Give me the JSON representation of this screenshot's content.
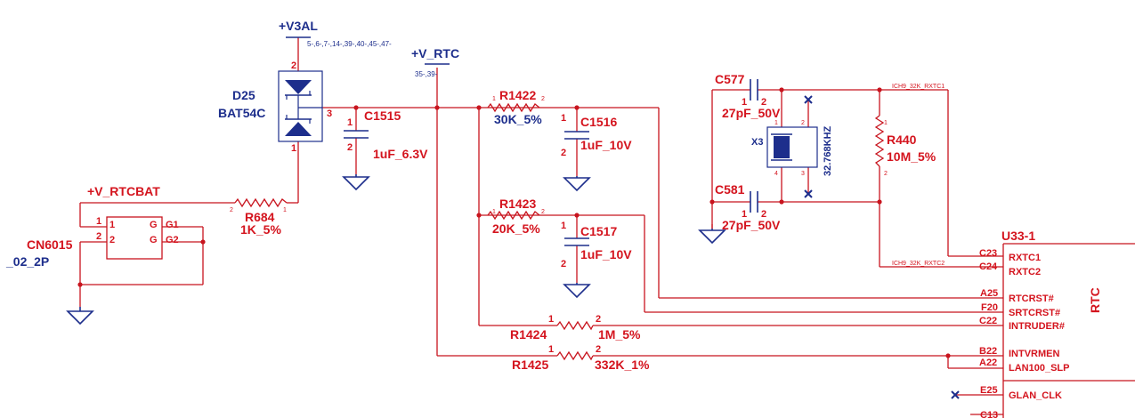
{
  "power": {
    "v3al": "+V3AL",
    "v3al_refs": "5-,6-,7-,14-,39-,40-,45-,47-",
    "vrtc": "+V_RTC",
    "vrtc_refs": "35-,39-",
    "vrtcbat": "+V_RTCBAT"
  },
  "d25": {
    "ref": "D25",
    "part": "BAT54C",
    "pin1": "1",
    "pin2": "2",
    "pin3": "3"
  },
  "c1515": {
    "ref": "C1515",
    "value": "1uF_6.3V",
    "pin1": "1",
    "pin2": "2"
  },
  "r1422": {
    "ref": "R1422",
    "value": "30K_5%",
    "pin1": "1",
    "pin2": "2"
  },
  "c1516": {
    "ref": "C1516",
    "value": "1uF_10V",
    "pin1": "1",
    "pin2": "2"
  },
  "r1423": {
    "ref": "R1423",
    "value": "20K_5%",
    "pin1": "1",
    "pin2": "2"
  },
  "c1517": {
    "ref": "C1517",
    "value": "1uF_10V",
    "pin1": "1",
    "pin2": "2"
  },
  "r1424": {
    "ref": "R1424",
    "value": "1M_5%",
    "pin1": "1",
    "pin2": "2"
  },
  "r1425": {
    "ref": "R1425",
    "value": "332K_1%",
    "pin1": "1",
    "pin2": "2"
  },
  "r684": {
    "ref": "R684",
    "value": "1K_5%",
    "pin1": "1",
    "pin2": "2"
  },
  "cn6015": {
    "ref": "CN6015",
    "part": "_02_2P",
    "pin1": "1",
    "pin2": "2",
    "g1_a": "G",
    "g1_b": "G1",
    "g2_a": "G",
    "g2_b": "G2"
  },
  "c577": {
    "ref": "C577",
    "value": "27pF_50V",
    "pin1": "1",
    "pin2": "2"
  },
  "c581": {
    "ref": "C581",
    "value": "27pF_50V",
    "pin1": "1",
    "pin2": "2"
  },
  "x3": {
    "ref": "X3",
    "freq": "32.768KHZ",
    "pin1": "1",
    "pin2": "2",
    "pin3": "3",
    "pin4": "4"
  },
  "r440": {
    "ref": "R440",
    "value": "10M_5%",
    "pin1": "1",
    "pin2": "2"
  },
  "nets": {
    "rxtc1": "ICH9_32K_RXTC1",
    "rxtc2": "ICH9_32K_RXTC2"
  },
  "u33": {
    "ref": "U33-1",
    "block": "RTC",
    "pins": [
      {
        "num": "C23",
        "name": "RXTC1"
      },
      {
        "num": "C24",
        "name": "RXTC2"
      },
      {
        "num": "A25",
        "name": "RTCRST#"
      },
      {
        "num": "F20",
        "name": "SRTCRST#"
      },
      {
        "num": "C22",
        "name": "INTRUDER#"
      },
      {
        "num": "B22",
        "name": "INTVRMEN"
      },
      {
        "num": "A22",
        "name": "LAN100_SLP"
      },
      {
        "num": "E25",
        "name": "GLAN_CLK"
      },
      {
        "num": "C13",
        "name": ""
      }
    ]
  }
}
